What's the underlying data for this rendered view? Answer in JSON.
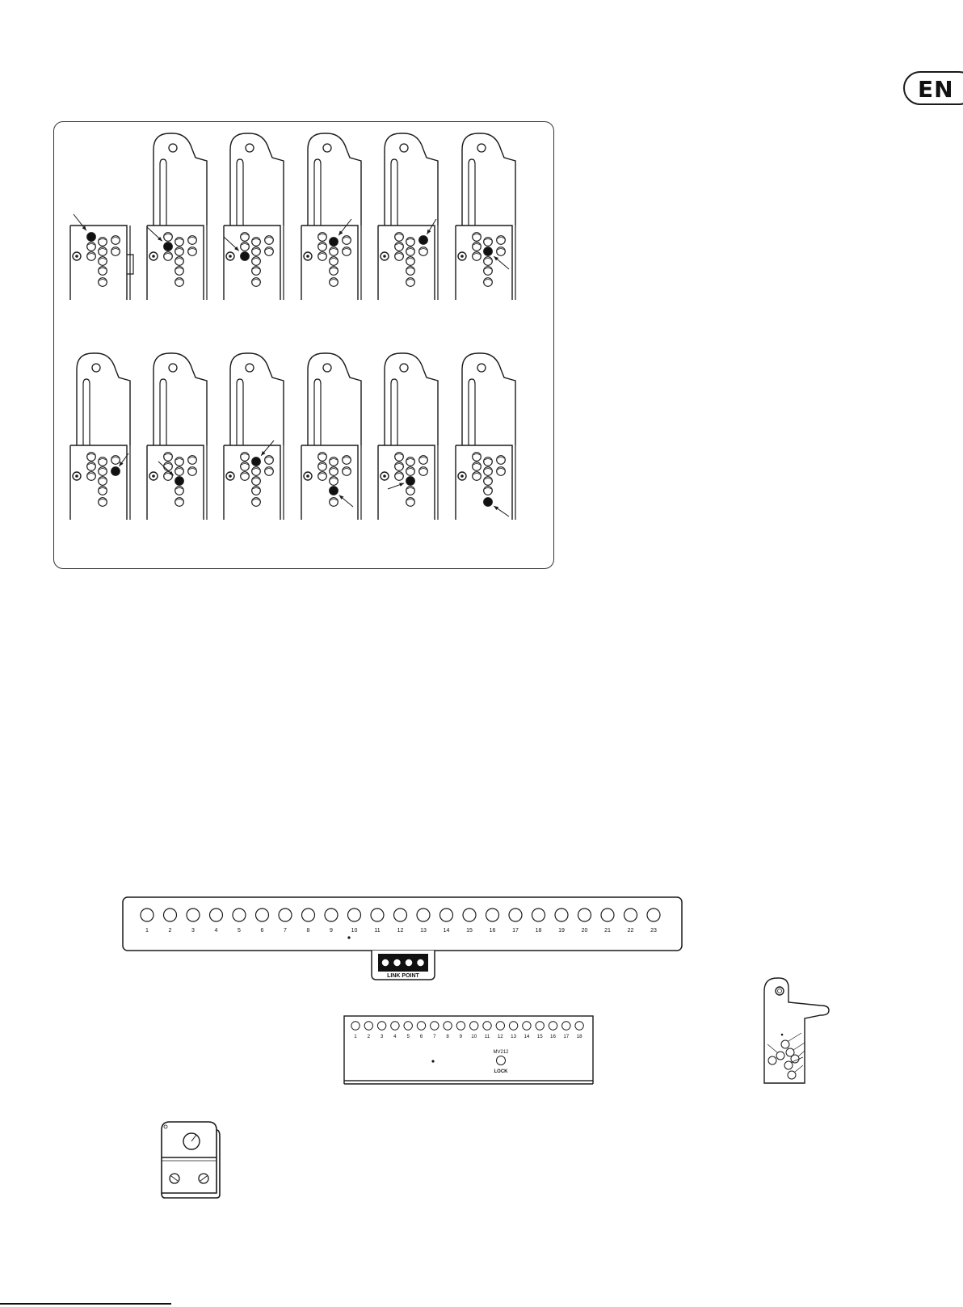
{
  "header": {
    "language_badge": "EN"
  },
  "panel_bar": {
    "numbers": [
      "1",
      "2",
      "3",
      "4",
      "5",
      "6",
      "7",
      "8",
      "9",
      "10",
      "11",
      "12",
      "13",
      "14",
      "15",
      "16",
      "17",
      "18",
      "19",
      "20",
      "21",
      "22",
      "23"
    ],
    "link_point_label": "LINK POINT"
  },
  "rigging_frame": {
    "numbers": [
      "1",
      "2",
      "3",
      "4",
      "5",
      "6",
      "7",
      "8",
      "9",
      "10",
      "11",
      "12",
      "13",
      "14",
      "15",
      "16",
      "17",
      "18"
    ],
    "lock_model": "MV212",
    "lock_label": "LOCK"
  },
  "colors": {
    "ink": "#1a1a1a",
    "filled_pin": "#111111"
  },
  "icons": [
    "bracket-diagram-icon",
    "arrow-indicator-icon",
    "pin-hole-icon",
    "clamp-icon"
  ]
}
